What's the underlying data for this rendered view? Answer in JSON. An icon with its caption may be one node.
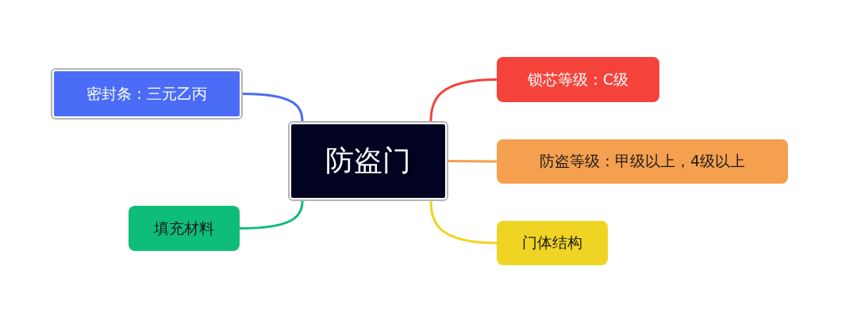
{
  "diagram": {
    "nodes": [
      {
        "text": [
          "防盗门"
        ]
      },
      {
        "text": [
          "锁芯等级：C级"
        ]
      },
      {
        "text": [
          "防盗等级：甲级以上，4级以上"
        ]
      },
      {
        "text": [
          "门体结构"
        ]
      },
      {
        "text": [
          "密封条：三元乙丙"
        ]
      },
      {
        "text": [
          "填充材料"
        ]
      }
    ],
    "edges": [
      {
        "from": 0,
        "to": 1,
        "arrow": "none",
        "color": "#f5433b"
      },
      {
        "from": 0,
        "to": 2,
        "arrow": "none",
        "color": "#f5a04f"
      },
      {
        "from": 0,
        "to": 3,
        "arrow": "none",
        "color": "#f0d423"
      },
      {
        "from": 0,
        "to": 4,
        "arrow": "none",
        "color": "#4a6cf7"
      },
      {
        "from": 0,
        "to": 5,
        "arrow": "none",
        "color": "#0ebd78"
      }
    ]
  }
}
